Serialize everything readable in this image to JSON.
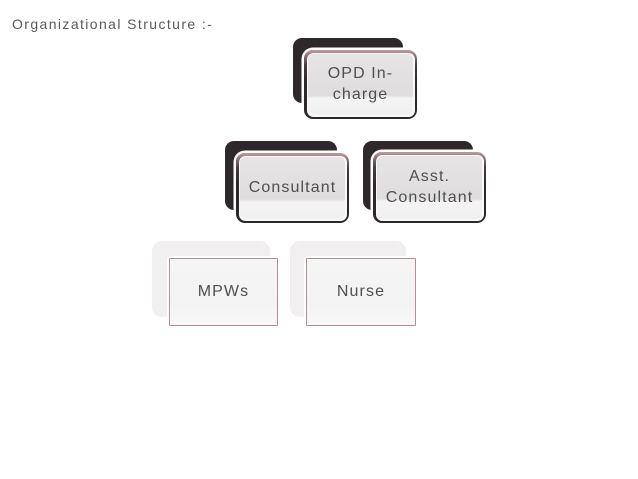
{
  "title": "Organizational Structure :-",
  "diagram_type": "org-chart",
  "colors": {
    "background": "#ffffff",
    "dark_card_shadow": "#2e282b",
    "rosy_border": "#b28f8f",
    "card_fill_gray_top": "#e3e1e1",
    "card_fill_gray_bottom": "#f4f3f3",
    "light_card_shadow": "#f1efef",
    "node_text": "#4f4f51",
    "title_text": "#595a5c"
  },
  "nodes": [
    {
      "id": "opd-in-charge",
      "label": "OPD In-\ncharge",
      "level": 1,
      "style": "dark-offset-card"
    },
    {
      "id": "consultant",
      "label": "Consultant",
      "level": 2,
      "style": "dark-offset-card"
    },
    {
      "id": "asst-consultant",
      "label": "Asst.\nConsultant",
      "level": 2,
      "style": "dark-offset-card"
    },
    {
      "id": "mpws",
      "label": "MPWs",
      "level": 3,
      "style": "light-offset-card"
    },
    {
      "id": "nurse",
      "label": "Nurse",
      "level": 3,
      "style": "light-offset-card"
    }
  ]
}
